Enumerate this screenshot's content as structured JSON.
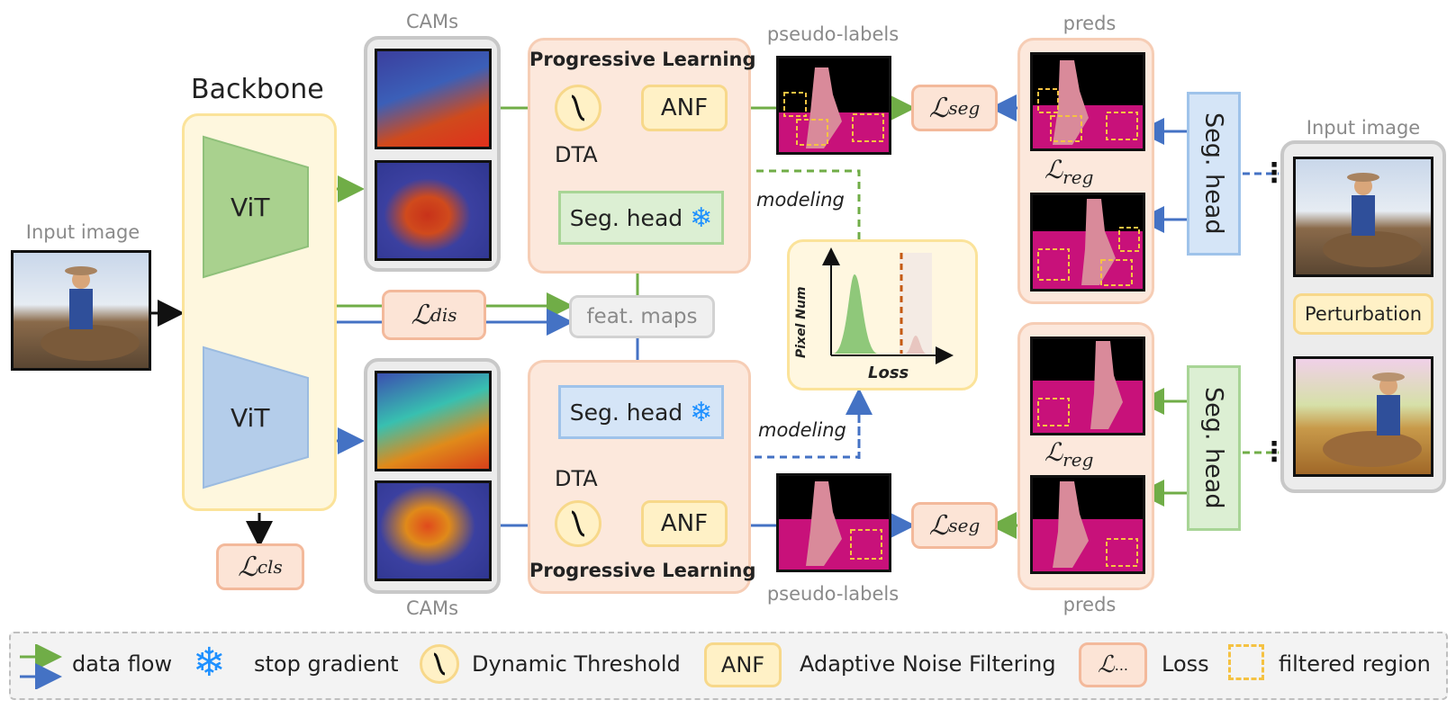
{
  "title": "",
  "labels": {
    "backbone": "Backbone",
    "input_image_left": "Input image",
    "input_image_right": "Input image",
    "vit_top": "ViT",
    "vit_bottom": "ViT",
    "cams_top": "CAMs",
    "cams_bottom": "CAMs",
    "progressive_top": "Progressive Learning",
    "progressive_bottom": "Progressive Learning",
    "dta_top": "DTA",
    "dta_bottom": "DTA",
    "anf_top": "ANF",
    "anf_bottom": "ANF",
    "seghead_top": "Seg. head",
    "seghead_bottom": "Seg. head",
    "feat_maps": "feat. maps",
    "pseudo_top": "pseudo-labels",
    "pseudo_bottom": "pseudo-labels",
    "preds_top": "preds",
    "preds_bottom": "preds",
    "modeling_top": "modeling",
    "modeling_bottom": "modeling",
    "seg_head_right_top": "Seg. head",
    "seg_head_right_bottom": "Seg. head",
    "perturbation": "Perturbation",
    "chart_ylabel": "Pixel Num",
    "chart_xlabel": "Loss"
  },
  "losses": {
    "dis": {
      "symbol": "ℒ",
      "sub": "dis"
    },
    "cls": {
      "symbol": "ℒ",
      "sub": "cls"
    },
    "seg_top": {
      "symbol": "ℒ",
      "sub": "seg"
    },
    "seg_bottom": {
      "symbol": "ℒ",
      "sub": "seg"
    },
    "reg_top": {
      "symbol": "ℒ",
      "sub": "reg"
    },
    "reg_bottom": {
      "symbol": "ℒ",
      "sub": "reg"
    }
  },
  "legend": {
    "data_flow": "data flow",
    "stop_gradient": "stop gradient",
    "dynamic_threshold": "Dynamic Threshold",
    "anf_box": "ANF",
    "adaptive_noise": "Adaptive Noise Filtering",
    "loss_box_symbol": "ℒ",
    "loss_box_sub": "...",
    "loss": "Loss",
    "filtered_region": "filtered region"
  },
  "colors": {
    "green": "#70ad47",
    "blue": "#4472c4",
    "orange_dashed": "#c55a11",
    "yellow_dashed": "#f5c242",
    "snowflake": "#1e90ff",
    "magenta": "#c8117a"
  }
}
